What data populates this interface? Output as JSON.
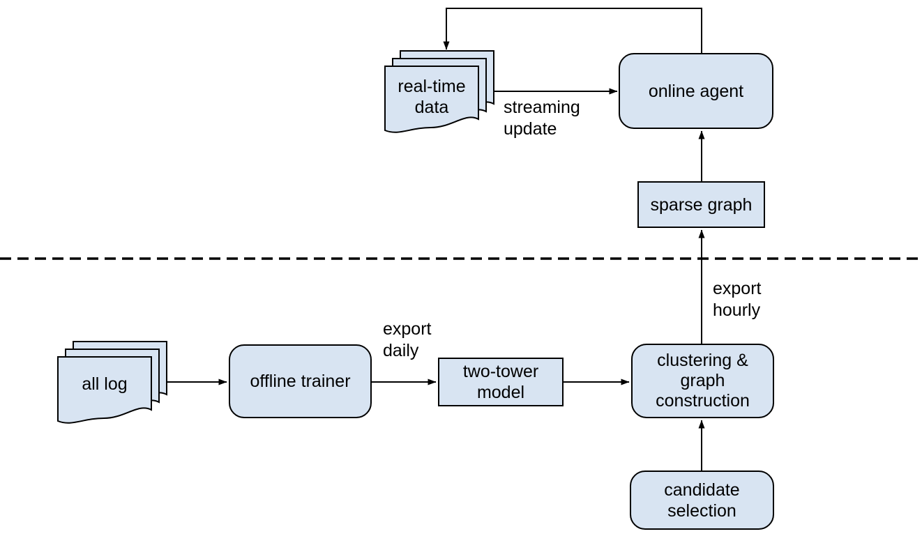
{
  "colors": {
    "background": "#ffffff",
    "node_fill": "#d8e4f2",
    "node_stroke": "#000000",
    "text": "#000000",
    "edge_stroke": "#000000"
  },
  "nodes": {
    "realtime_data": {
      "label": "real-time\ndata",
      "shape": "document-stack"
    },
    "online_agent": {
      "label": "online agent",
      "shape": "rounded-rectangle"
    },
    "sparse_graph": {
      "label": "sparse graph",
      "shape": "rectangle"
    },
    "all_log": {
      "label": "all log",
      "shape": "document-stack"
    },
    "offline_trainer": {
      "label": "offline trainer",
      "shape": "rounded-rectangle"
    },
    "two_tower_model": {
      "label": "two-tower\nmodel",
      "shape": "rectangle"
    },
    "clustering_graph_construction": {
      "label": "clustering &\ngraph\nconstruction",
      "shape": "rounded-rectangle"
    },
    "candidate_selection": {
      "label": "candidate\nselection",
      "shape": "rounded-rectangle"
    }
  },
  "edge_labels": {
    "streaming_update": "streaming\nupdate",
    "export_daily": "export\ndaily",
    "export_hourly": "export\nhourly"
  },
  "edges": [
    {
      "from": "online_agent",
      "to": "realtime_data",
      "style": "feedback-loop"
    },
    {
      "from": "realtime_data",
      "to": "online_agent",
      "label_key": "streaming_update"
    },
    {
      "from": "sparse_graph",
      "to": "online_agent"
    },
    {
      "from": "clustering_graph_construction",
      "to": "sparse_graph",
      "label_key": "export_hourly"
    },
    {
      "from": "all_log",
      "to": "offline_trainer"
    },
    {
      "from": "offline_trainer",
      "to": "two_tower_model",
      "label_key": "export_daily"
    },
    {
      "from": "two_tower_model",
      "to": "clustering_graph_construction"
    },
    {
      "from": "candidate_selection",
      "to": "clustering_graph_construction"
    }
  ],
  "separator": {
    "style": "dashed-horizontal-line"
  }
}
